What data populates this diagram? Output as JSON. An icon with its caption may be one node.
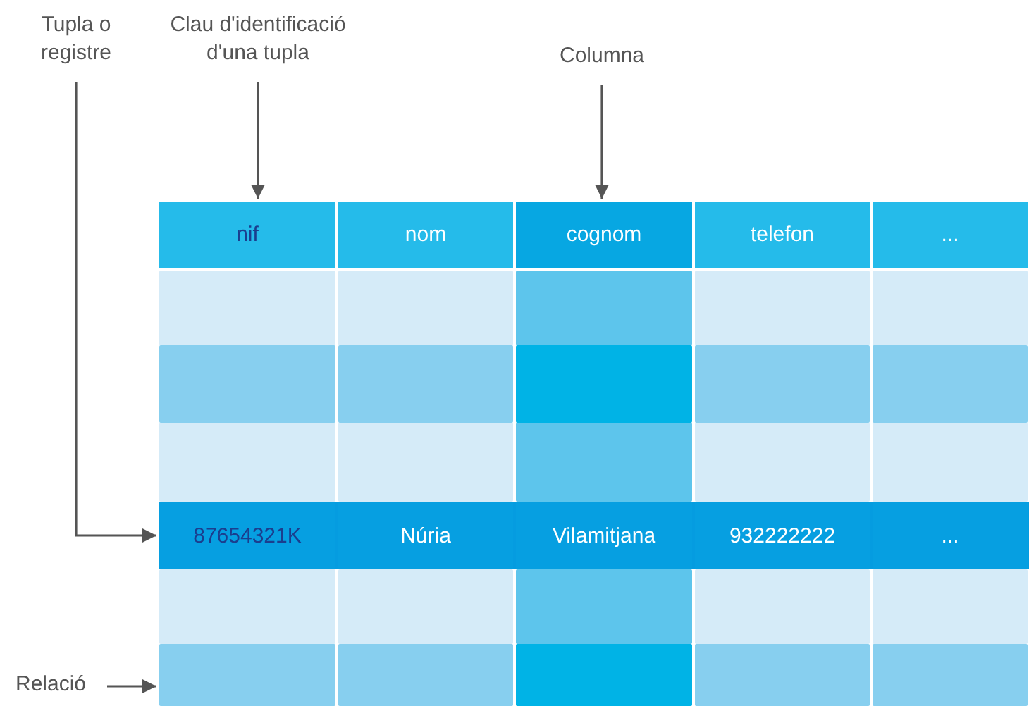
{
  "diagram": {
    "nodes": [
      {
        "text": [
          "Tupla o registre"
        ]
      },
      {
        "text": [
          "Clau d'identificació d'una tupla"
        ]
      },
      {
        "text": [
          "Columna"
        ]
      },
      {
        "text": [],
        "shape": "box"
      },
      {
        "text": [
          "nif"
        ],
        "in": 3
      },
      {
        "text": [
          "nom"
        ],
        "in": 3
      },
      {
        "text": [
          "cognom"
        ],
        "in": 3
      },
      {
        "text": [
          "telefon"
        ],
        "in": 3
      },
      {
        "text": [
          "..."
        ],
        "in": 3
      },
      {
        "text": [],
        "shape": "box",
        "in": 3
      },
      {
        "text": [],
        "shape": "box",
        "in": 3
      },
      {
        "text": [],
        "shape": "box",
        "in": 3
      },
      {
        "text": [],
        "shape": "box",
        "in": 3
      },
      {
        "text": [],
        "shape": "box",
        "in": 3
      },
      {
        "text": [],
        "shape": "box",
        "in": 3
      },
      {
        "text": [],
        "shape": "box",
        "in": 3
      },
      {
        "text": [],
        "shape": "box",
        "in": 3
      },
      {
        "text": [],
        "shape": "box",
        "in": 3
      },
      {
        "text": [],
        "shape": "box",
        "in": 3
      },
      {
        "text": [],
        "shape": "box",
        "in": 3
      },
      {
        "text": [],
        "shape": "box",
        "in": 3
      },
      {
        "text": [],
        "shape": "box",
        "in": 3
      },
      {
        "text": [],
        "shape": "box",
        "in": 3
      },
      {
        "text": [],
        "shape": "box",
        "in": 3
      },
      {
        "text": [],
        "shape": "bar",
        "in": 3
      },
      {
        "text": [
          "87654321K"
        ],
        "in": 24
      },
      {
        "text": [
          "Núria"
        ],
        "in": 24
      },
      {
        "text": [
          "Vilamitjana"
        ],
        "in": 24
      },
      {
        "text": [
          "932222222"
        ],
        "in": 24
      },
      {
        "text": [
          "..."
        ],
        "in": 24
      },
      {
        "text": [],
        "shape": "box",
        "in": 3
      },
      {
        "text": [],
        "shape": "box",
        "in": 3
      },
      {
        "text": [],
        "shape": "box",
        "in": 3
      },
      {
        "text": [],
        "shape": "box",
        "in": 3
      },
      {
        "text": [],
        "shape": "box",
        "in": 3
      },
      {
        "text": [],
        "shape": "box",
        "in": 3
      },
      {
        "text": [],
        "shape": "box",
        "in": 3
      },
      {
        "text": [],
        "shape": "box",
        "in": 3
      },
      {
        "text": [],
        "shape": "box",
        "in": 3
      },
      {
        "text": [],
        "shape": "box",
        "in": 3
      },
      {
        "text": [
          "Relació"
        ]
      }
    ],
    "edges": [
      {
        "from": 0,
        "to": 24,
        "arrow": "to"
      },
      {
        "from": 1,
        "to": 4,
        "arrow": "to"
      },
      {
        "from": 2,
        "to": 6,
        "arrow": "to"
      },
      {
        "from": 40,
        "to": 3,
        "arrow": "to"
      }
    ]
  }
}
